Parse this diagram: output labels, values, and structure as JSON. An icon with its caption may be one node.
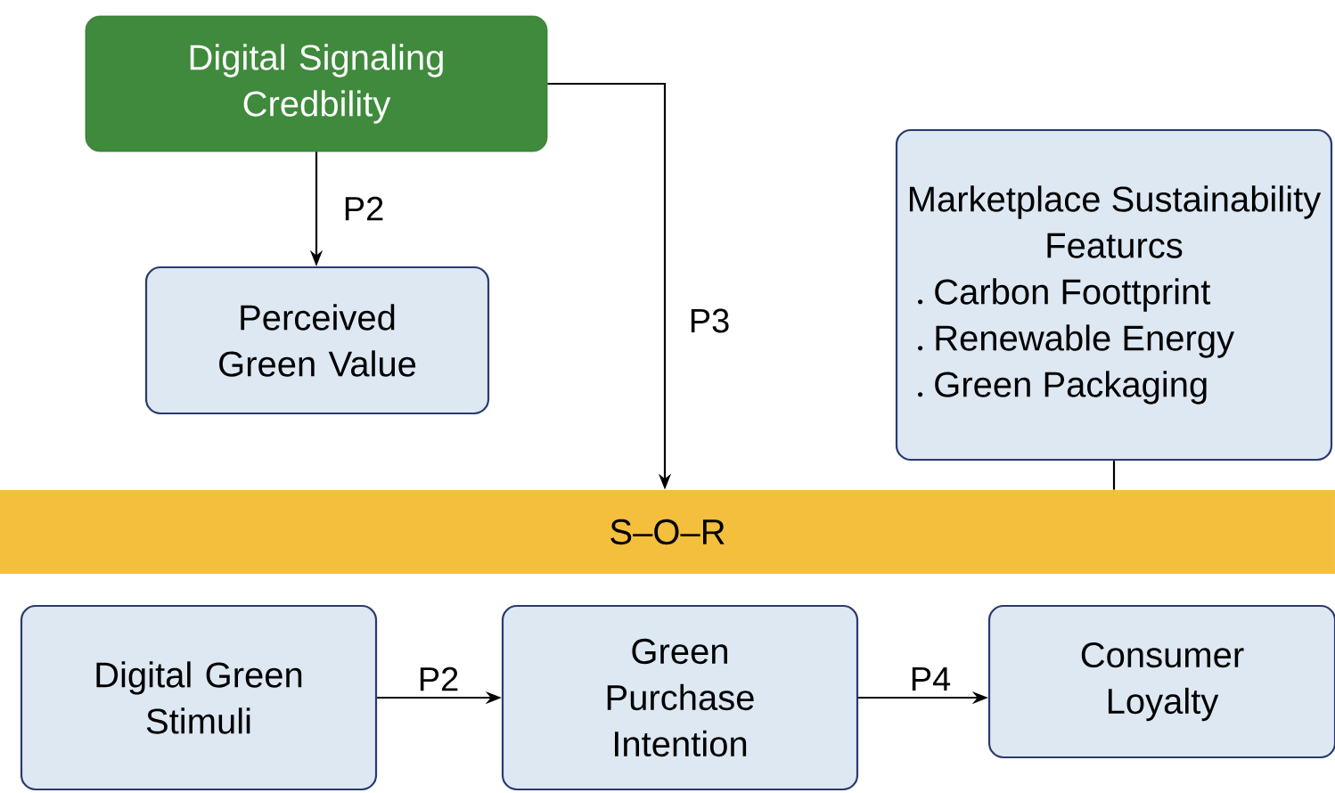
{
  "diagram": {
    "nodes": [
      {
        "text": [
          "Digital Signaling Credbility"
        ]
      },
      {
        "text": [
          "Perceived Green Value"
        ]
      },
      {
        "text": [
          "Marketplace Sustainability Featurcs",
          "Carbon Foottprint",
          "Renewable Energy",
          "Green Packaging"
        ]
      },
      {
        "text": [
          "S–O–R"
        ]
      },
      {
        "text": [
          "Digital Green Stimuli"
        ]
      },
      {
        "text": [
          "Green Purchase Intention"
        ]
      },
      {
        "text": [
          "Consumer Loyalty"
        ]
      }
    ],
    "edges": [
      {
        "from": 0,
        "to": 1,
        "arrow": "to",
        "label": "P2"
      },
      {
        "from": 0,
        "to": 3,
        "arrow": "to",
        "label": "P3"
      },
      {
        "from": 2,
        "to": 3,
        "arrow": "none"
      },
      {
        "from": 4,
        "to": 5,
        "arrow": "to",
        "label": "P2"
      },
      {
        "from": 5,
        "to": 6,
        "arrow": "to",
        "label": "P4"
      }
    ]
  }
}
